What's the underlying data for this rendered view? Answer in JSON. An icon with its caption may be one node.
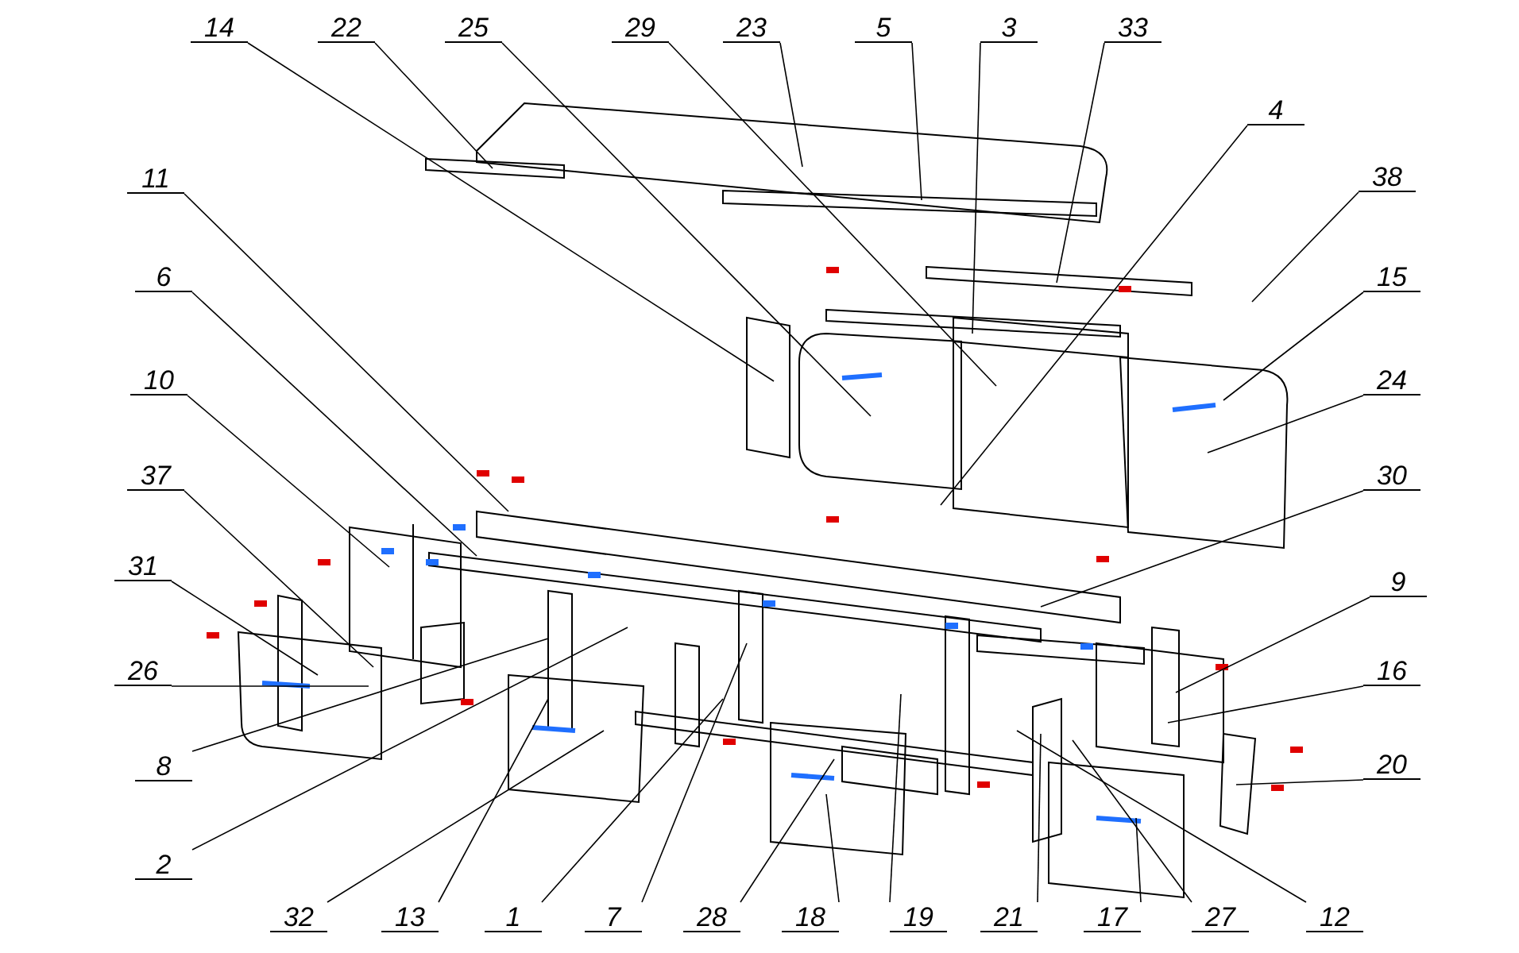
{
  "diagram": {
    "nodes": [
      {
        "text": [
          "14"
        ]
      },
      {
        "text": [
          "22"
        ]
      },
      {
        "text": [
          "25"
        ]
      },
      {
        "text": [
          "29"
        ]
      },
      {
        "text": [
          "23"
        ]
      },
      {
        "text": [
          "5"
        ]
      },
      {
        "text": [
          "3"
        ]
      },
      {
        "text": [
          "33"
        ]
      },
      {
        "text": [
          "4"
        ]
      },
      {
        "text": [
          "38"
        ]
      },
      {
        "text": [
          "11"
        ]
      },
      {
        "text": [
          "15"
        ]
      },
      {
        "text": [
          "6"
        ]
      },
      {
        "text": [
          "10"
        ]
      },
      {
        "text": [
          "24"
        ]
      },
      {
        "text": [
          "37"
        ]
      },
      {
        "text": [
          "30"
        ]
      },
      {
        "text": [
          "31"
        ]
      },
      {
        "text": [
          "9"
        ]
      },
      {
        "text": [
          "26"
        ]
      },
      {
        "text": [
          "16"
        ]
      },
      {
        "text": [
          "8"
        ]
      },
      {
        "text": [
          "20"
        ]
      },
      {
        "text": [
          "2"
        ]
      },
      {
        "text": [
          "32"
        ]
      },
      {
        "text": [
          "13"
        ]
      },
      {
        "text": [
          "1"
        ]
      },
      {
        "text": [
          "7"
        ]
      },
      {
        "text": [
          "28"
        ]
      },
      {
        "text": [
          "18"
        ]
      },
      {
        "text": [
          "19"
        ]
      },
      {
        "text": [
          "21"
        ]
      },
      {
        "text": [
          "17"
        ]
      },
      {
        "text": [
          "27"
        ]
      },
      {
        "text": [
          "12"
        ]
      }
    ],
    "edges": [
      {
        "from": 0,
        "to": null,
        "arrow": "none"
      },
      {
        "from": 1,
        "to": null,
        "arrow": "none"
      },
      {
        "from": 2,
        "to": null,
        "arrow": "none"
      },
      {
        "from": 3,
        "to": null,
        "arrow": "none"
      },
      {
        "from": 4,
        "to": null,
        "arrow": "none"
      },
      {
        "from": 5,
        "to": null,
        "arrow": "none"
      },
      {
        "from": 6,
        "to": null,
        "arrow": "none"
      },
      {
        "from": 7,
        "to": null,
        "arrow": "none"
      },
      {
        "from": 8,
        "to": null,
        "arrow": "none"
      },
      {
        "from": 9,
        "to": null,
        "arrow": "none"
      },
      {
        "from": 10,
        "to": null,
        "arrow": "none"
      },
      {
        "from": 11,
        "to": null,
        "arrow": "none"
      },
      {
        "from": 12,
        "to": null,
        "arrow": "none"
      },
      {
        "from": 13,
        "to": null,
        "arrow": "none"
      },
      {
        "from": 14,
        "to": null,
        "arrow": "none"
      },
      {
        "from": 15,
        "to": null,
        "arrow": "none"
      },
      {
        "from": 16,
        "to": null,
        "arrow": "none"
      },
      {
        "from": 17,
        "to": null,
        "arrow": "none"
      },
      {
        "from": 18,
        "to": null,
        "arrow": "none"
      },
      {
        "from": 19,
        "to": null,
        "arrow": "none"
      },
      {
        "from": 20,
        "to": null,
        "arrow": "none"
      },
      {
        "from": 21,
        "to": null,
        "arrow": "none"
      },
      {
        "from": 22,
        "to": null,
        "arrow": "none"
      },
      {
        "from": 23,
        "to": null,
        "arrow": "none"
      },
      {
        "from": 24,
        "to": null,
        "arrow": "none"
      },
      {
        "from": 25,
        "to": null,
        "arrow": "none"
      },
      {
        "from": 26,
        "to": null,
        "arrow": "none"
      },
      {
        "from": 27,
        "to": null,
        "arrow": "none"
      },
      {
        "from": 28,
        "to": null,
        "arrow": "none"
      },
      {
        "from": 29,
        "to": null,
        "arrow": "none"
      },
      {
        "from": 30,
        "to": null,
        "arrow": "none"
      },
      {
        "from": 31,
        "to": null,
        "arrow": "none"
      },
      {
        "from": 32,
        "to": null,
        "arrow": "none"
      },
      {
        "from": 33,
        "to": null,
        "arrow": "none"
      },
      {
        "from": 34,
        "to": null,
        "arrow": "none"
      }
    ]
  }
}
